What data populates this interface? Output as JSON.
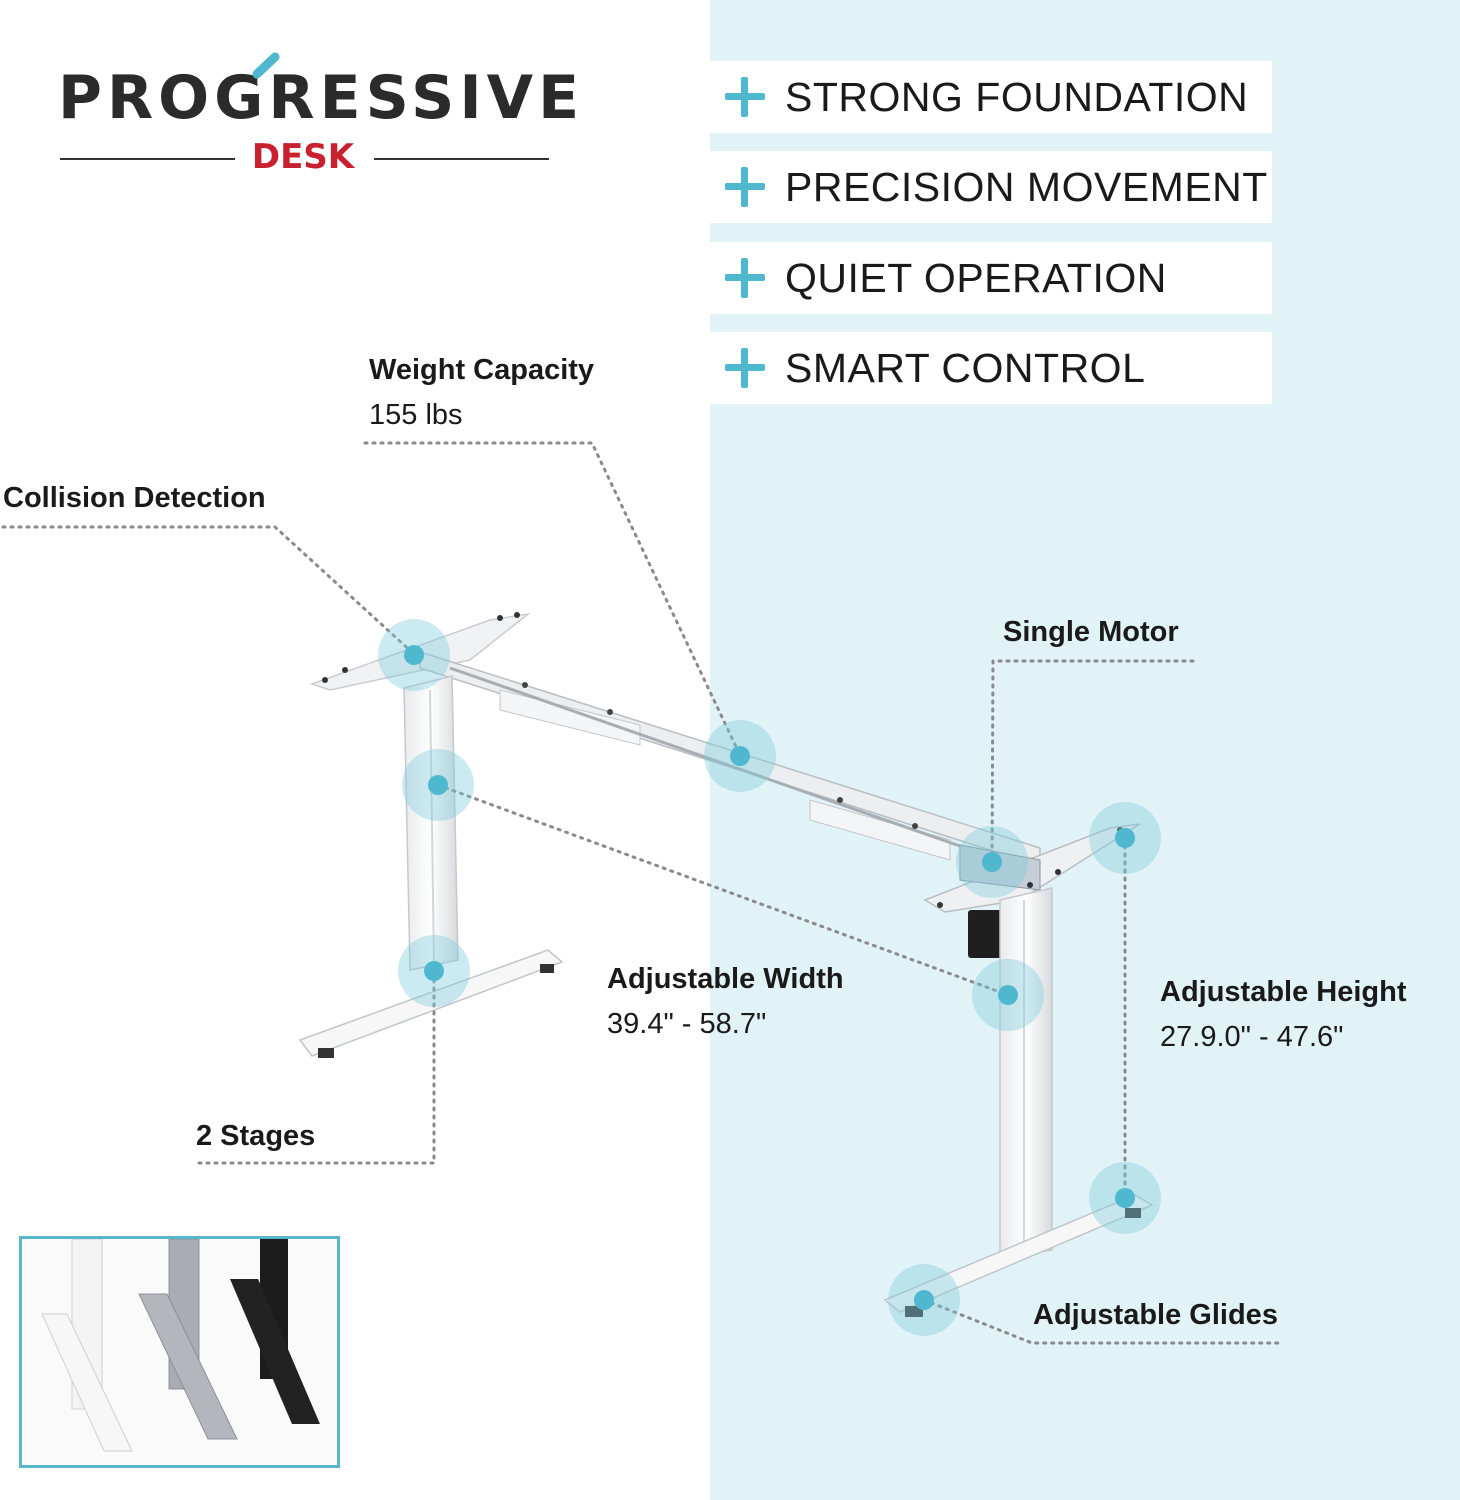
{
  "brand": {
    "name": "PROGRESSIVE",
    "sub": "DESK",
    "accent_color": "#4fb8cf",
    "brand_red": "#c8202e"
  },
  "features": [
    {
      "label": "STRONG FOUNDATION",
      "icon": "plus-icon"
    },
    {
      "label": "PRECISION MOVEMENT",
      "icon": "plus-icon"
    },
    {
      "label": "QUIET OPERATION",
      "icon": "plus-icon"
    },
    {
      "label": "SMART CONTROL",
      "icon": "plus-icon"
    }
  ],
  "callouts": {
    "weight_capacity": {
      "title": "Weight Capacity",
      "value": "155 lbs"
    },
    "collision_detection": {
      "title": "Collision Detection"
    },
    "single_motor": {
      "title": "Single Motor"
    },
    "adjustable_width": {
      "title": "Adjustable Width",
      "value": "39.4\" - 58.7\""
    },
    "adjustable_height": {
      "title": "Adjustable Height",
      "value": "27.9.0\" - 47.6\""
    },
    "two_stages": {
      "title": "2 Stages"
    },
    "adjustable_glides": {
      "title": "Adjustable Glides"
    }
  },
  "color_variants": [
    {
      "name": "white",
      "color": "#f4f4f4"
    },
    {
      "name": "grey",
      "color": "#a9adb3"
    },
    {
      "name": "black",
      "color": "#1c1c1c"
    }
  ]
}
